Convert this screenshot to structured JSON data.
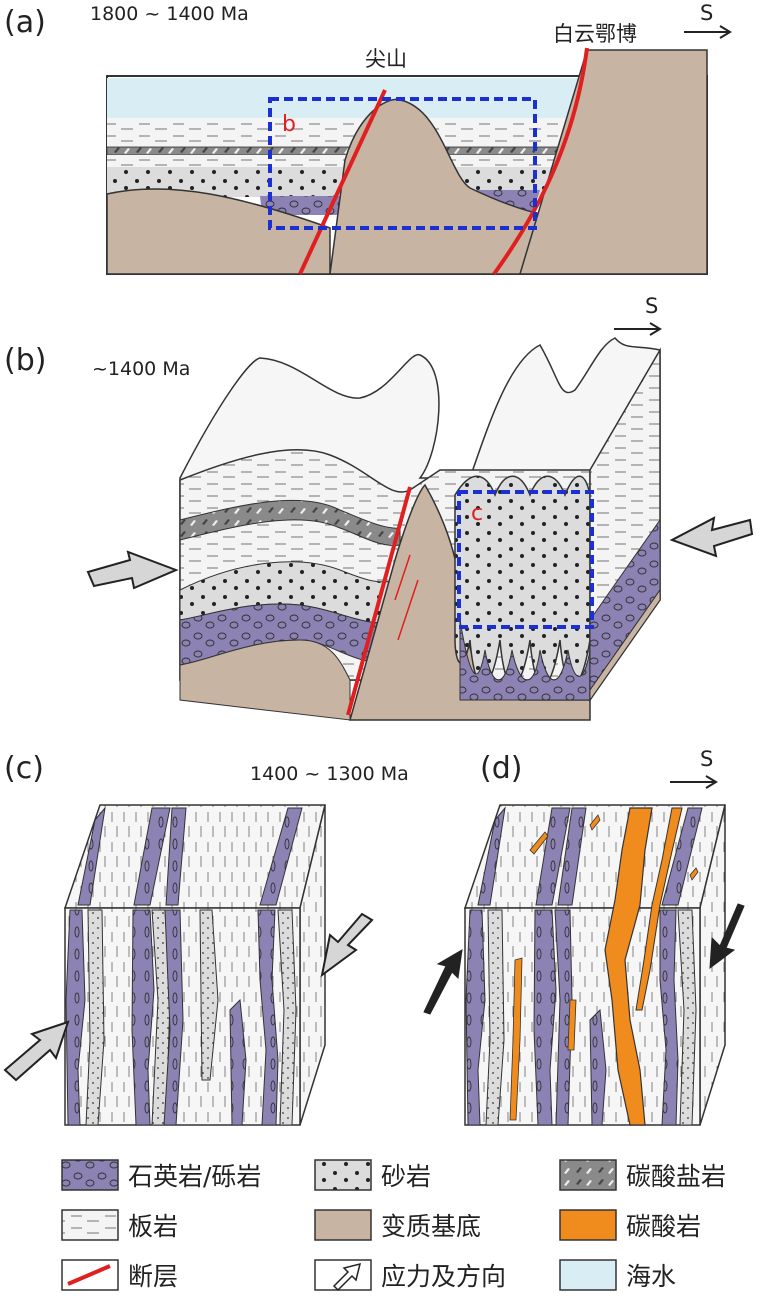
{
  "panels": {
    "a": {
      "label": "(a)",
      "age": "1800 ~ 1400 Ma",
      "place_left": "尖山",
      "place_right": "白云鄂博",
      "direction": "S",
      "inset": "b"
    },
    "b": {
      "label": "(b)",
      "age": "~1400 Ma",
      "direction": "S",
      "inset": "c"
    },
    "c": {
      "label": "(c)",
      "age": "1400 ~ 1300 Ma"
    },
    "d": {
      "label": "(d)",
      "direction": "S"
    }
  },
  "legend": [
    {
      "id": "quartzite",
      "label": "石英岩/砾岩",
      "color": "#8c82b4"
    },
    {
      "id": "sandstone",
      "label": "砂岩",
      "color": "#dcdcdc"
    },
    {
      "id": "carbonate",
      "label": "碳酸盐岩",
      "color": "#8a8a8a"
    },
    {
      "id": "slate",
      "label": "板岩",
      "color": "#f2f2f2"
    },
    {
      "id": "basement",
      "label": "变质基底",
      "color": "#c8b4a2"
    },
    {
      "id": "carbonatite",
      "label": "碳酸岩",
      "color": "#f08c1e"
    },
    {
      "id": "fault",
      "label": "断层",
      "color": "#e02020"
    },
    {
      "id": "stress",
      "label": "应力及方向",
      "color": "#ffffff"
    },
    {
      "id": "seawater",
      "label": "海水",
      "color": "#d8eef4"
    }
  ],
  "colors": {
    "quartzite": "#8c82b4",
    "sandstone": "#dcdcdc",
    "carbonate": "#8a8a8a",
    "slate": "#f2f2f2",
    "basement": "#c8b4a2",
    "carbonatite": "#f08c1e",
    "fault": "#e02020",
    "seawater": "#d8eef4",
    "box": "#1c2fd0",
    "arrow": "#d6d6d6"
  }
}
